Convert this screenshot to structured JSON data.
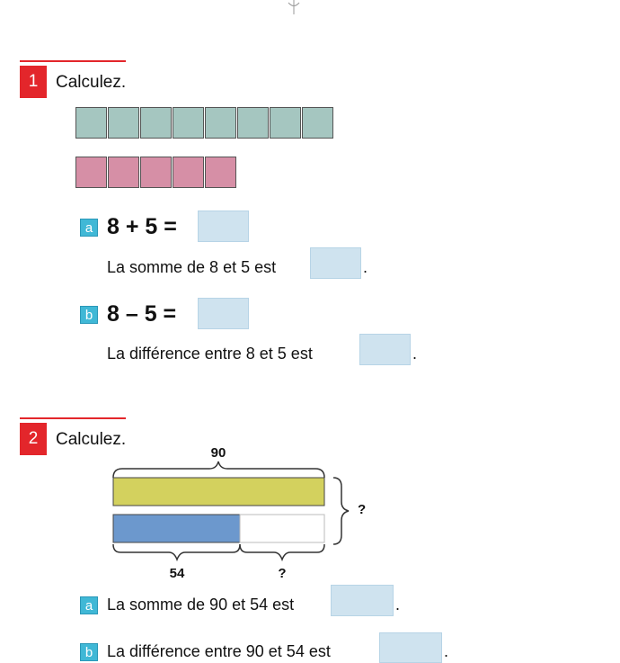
{
  "exercise1": {
    "number": "1",
    "title": "Calculez.",
    "green_count": 8,
    "pink_count": 5,
    "a": {
      "badge": "a",
      "equation": "8 + 5 =",
      "sentence": "La somme de 8 et 5 est",
      "end": "."
    },
    "b": {
      "badge": "b",
      "equation": "8 – 5 =",
      "sentence": "La différence entre 8 et 5 est",
      "end": "."
    }
  },
  "exercise2": {
    "number": "2",
    "title": "Calculez.",
    "diagram": {
      "total_label": "90",
      "part_label": "54",
      "rest_label": "?",
      "difference_label": "?",
      "total_value": 90,
      "part_value": 54
    },
    "a": {
      "badge": "a",
      "sentence": "La somme de 90 et 54 est",
      "end": "."
    },
    "b": {
      "badge": "b",
      "sentence": "La différence entre 90 et 54 est",
      "end": "."
    }
  },
  "colors": {
    "accent_red": "#e3262b",
    "badge_blue": "#40b8d6",
    "answer_box": "#cfe3ef",
    "cube_green": "#a5c6c0",
    "cube_pink": "#d68fa6",
    "bar_yellow": "#d3d15e",
    "bar_blue": "#6c98cd"
  }
}
